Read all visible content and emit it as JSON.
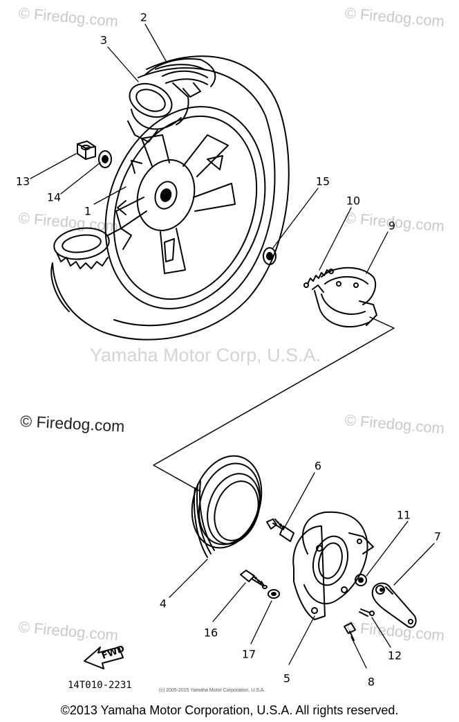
{
  "watermarks": {
    "firedog": "© Firedog.com",
    "yamaha": "Yamaha Motor Corp, U.S.A."
  },
  "callouts": {
    "c1": "1",
    "c2": "2",
    "c3": "3",
    "c4": "4",
    "c5": "5",
    "c6": "6",
    "c7": "7",
    "c8": "8",
    "c9": "9",
    "c10": "10",
    "c11": "11",
    "c12": "12",
    "c13": "13",
    "c14": "14",
    "c15": "15",
    "c16": "16",
    "c17": "17"
  },
  "fwd_label": "FWD",
  "part_code": "14T010-2231",
  "diagram_copyright": "(c) 2005-2015 Yamaha Motor Corporation, U.S.A.",
  "footer": "©2013 Yamaha Motor Corporation, U.S.A. All rights reserved."
}
